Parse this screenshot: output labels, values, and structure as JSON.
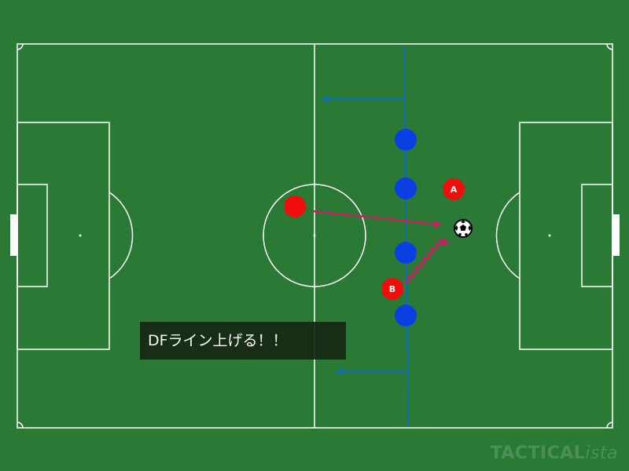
{
  "colors": {
    "pitch": "#2a7a36",
    "lines": "#ffffff",
    "defender": "#0a3fe3",
    "attacker": "#f20d0d",
    "defensive_line": "#0e6ea8",
    "pass_arrow": "#c4205f"
  },
  "players": {
    "defenders": [
      "",
      "",
      "",
      ""
    ],
    "attacker_plain": "",
    "attacker_a": "A",
    "attacker_b": "B"
  },
  "ball": {
    "icon": "soccer-ball-icon"
  },
  "caption": {
    "text": "DFライン上げる！！"
  },
  "watermark": {
    "main": "TACTICAL",
    "suffix": "ista"
  }
}
